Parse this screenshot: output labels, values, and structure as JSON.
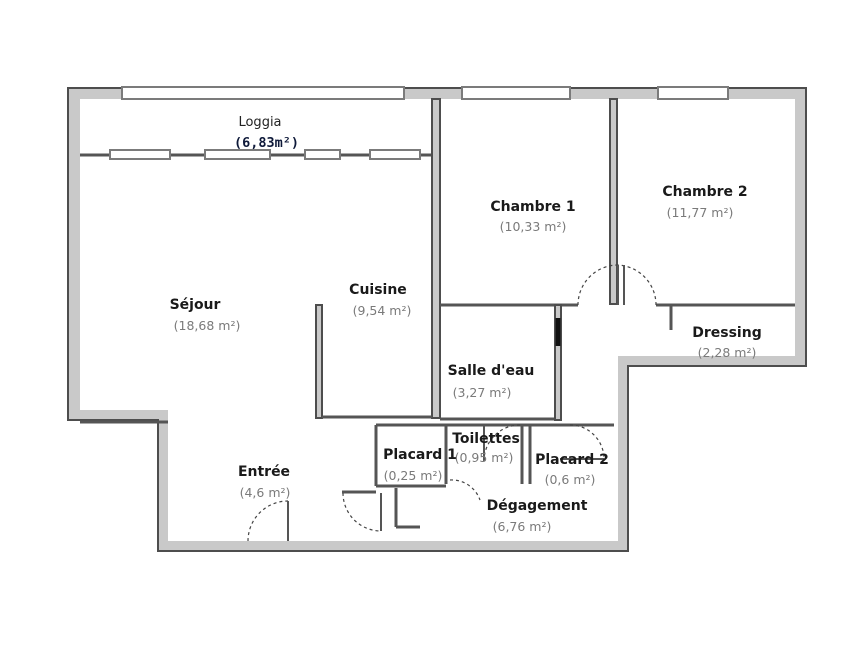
{
  "plan": {
    "rooms": [
      {
        "id": "loggia",
        "name": "Loggia",
        "area": "(6,83m²)"
      },
      {
        "id": "chambre-1",
        "name": "Chambre 1",
        "area": "(10,33 m²)"
      },
      {
        "id": "chambre-2",
        "name": "Chambre 2",
        "area": "(11,77 m²)"
      },
      {
        "id": "sejour",
        "name": "Séjour",
        "area": "(18,68 m²)"
      },
      {
        "id": "cuisine",
        "name": "Cuisine",
        "area": "(9,54 m²)"
      },
      {
        "id": "dressing",
        "name": "Dressing",
        "area": "(2,28 m²)"
      },
      {
        "id": "salle-d-eau",
        "name": "Salle d'eau",
        "area": "(3,27 m²)"
      },
      {
        "id": "toilettes",
        "name": "Toilettes",
        "area": "(0,95 m²)"
      },
      {
        "id": "placard-1",
        "name": "Placard 1",
        "area": "(0,25 m²)"
      },
      {
        "id": "placard-2",
        "name": "Placard 2",
        "area": "(0,6 m²)"
      },
      {
        "id": "entree",
        "name": "Entrée",
        "area": "(4,6 m²)"
      },
      {
        "id": "degagement",
        "name": "Dégagement",
        "area": "(6,76 m²)"
      }
    ]
  }
}
